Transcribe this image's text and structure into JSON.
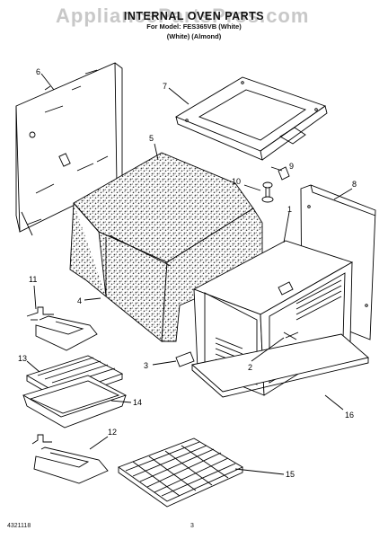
{
  "watermark": "AppliancePartsPros.com",
  "title": "INTERNAL OVEN PARTS",
  "subtitle_model": "For Model: FES365VB (White)",
  "subtitle_color": "(White)  (Almond)",
  "footer": {
    "part_no": "4321118",
    "page": "3"
  },
  "callouts": [
    "1",
    "2",
    "3",
    "4",
    "5",
    "6",
    "7",
    "8",
    "9",
    "10",
    "11",
    "12",
    "13",
    "14",
    "15",
    "16"
  ],
  "colors": {
    "line": "#000000",
    "watermark": "#c8c8c8",
    "pattern": "#333333"
  }
}
